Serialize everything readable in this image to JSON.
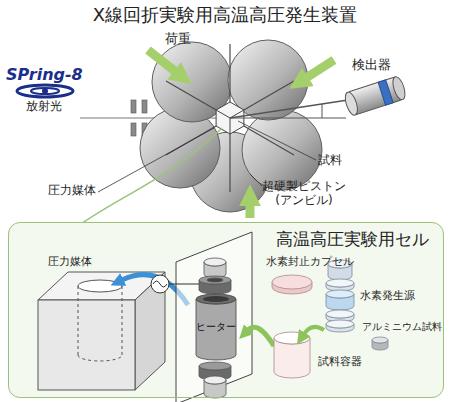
{
  "diagram": {
    "title": "X線回折実験用高温高圧発生装置",
    "nodes": [
      {
        "text": [
          "高温高圧実験用セル"
        ]
      },
      {
        "text": [
          "ヒーター"
        ],
        "in": 0
      }
    ],
    "labels": [
      "荷重",
      "検出器",
      "SPring-8",
      "放射光",
      "試料",
      "圧力媒体",
      "超硬製ピストン (アンビル)",
      "圧力媒体",
      "水素封止カプセル",
      "水素発生源",
      "アルミニウム試料",
      "試料容器"
    ]
  }
}
